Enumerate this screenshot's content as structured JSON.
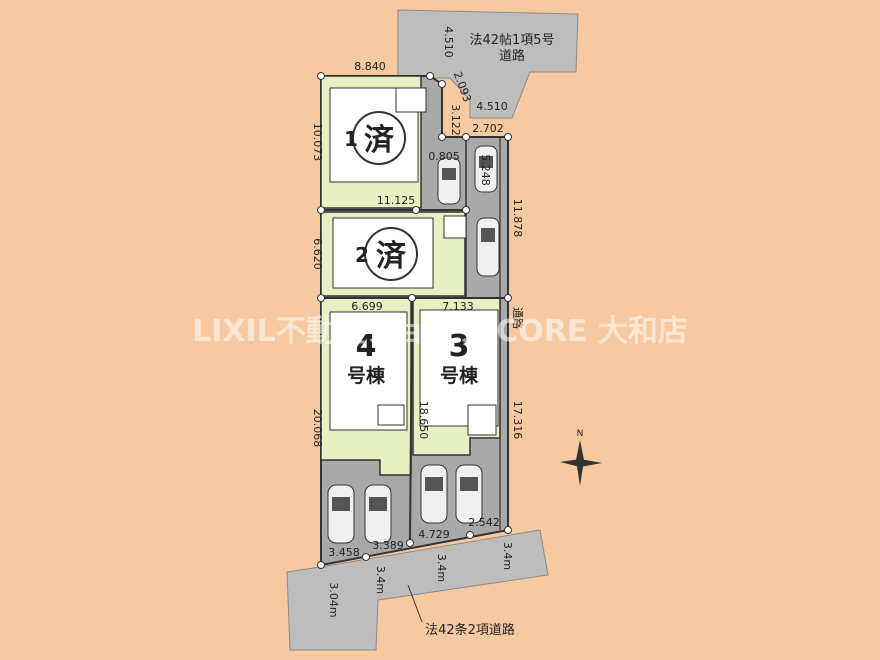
{
  "roads": {
    "north_label_line1": "法42帖1項5号",
    "north_label_line2": "道路",
    "south_label": "法42条2項道路"
  },
  "lots": {
    "lot1_status": "済",
    "lot1_num": "1",
    "lot2_status": "済",
    "lot2_num": "2",
    "lot3_num": "3",
    "lot4_num": "4",
    "lot_suffix": "号棟"
  },
  "compass_label": "N",
  "watermark": "LIXIL不動産ショップ CORE 大和店",
  "dimensions": {
    "top_width": "8.840",
    "north_road_width": "4.510",
    "north_road_width2": "4.510",
    "corner_cut": "2.093",
    "lot1_side": "10.073",
    "notch_height": "3.122",
    "drive_width": "2.702",
    "notch_width": "0.805",
    "drive_seg": "5.248",
    "mid_width": "11.125",
    "east_upper": "11.878",
    "lot2_side": "6.620",
    "lot4_width": "6.699",
    "lot3_width": "7.133",
    "lot4_side": "20.068",
    "lot3_side": "18.650",
    "east_lower": "17.316",
    "east_small": "通路",
    "south1": "3.458",
    "south2": "3.389",
    "south3": "4.729",
    "south4": "2.542",
    "road_w1": "3.04m",
    "road_w2": "3.4m",
    "road_w3": "3.4m",
    "road_w4": "3.4m"
  }
}
